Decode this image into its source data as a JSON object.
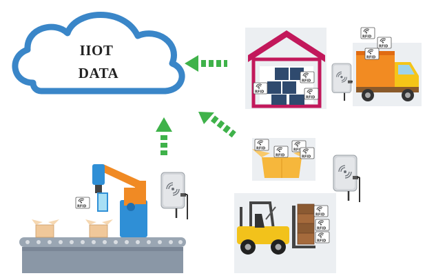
{
  "cloud": {
    "line1": "IIOT",
    "line2": "DATA"
  },
  "tag_label": "RFID",
  "colors": {
    "cloud_stroke": "#3a86c8",
    "arrow_green": "#3fb24a",
    "warehouse_roof": "#c2185b",
    "warehouse_crate": "#2f4a6e",
    "truck_body": "#f28b22",
    "truck_cab": "#f5c518",
    "forklift": "#f2c21b",
    "box": "#f6b73c",
    "robot_blue": "#2f8fd6",
    "robot_orange": "#f08a24",
    "conveyor": "#8a97a6",
    "reader": "#cfd2d6"
  },
  "icons": [
    "cloud-icon",
    "warehouse-icon",
    "delivery-truck-icon",
    "forklift-icon",
    "open-box-icon",
    "robot-arm-icon",
    "conveyor-belt-icon",
    "rfid-reader-icon",
    "rfid-tag-icon",
    "arrow-icon"
  ]
}
